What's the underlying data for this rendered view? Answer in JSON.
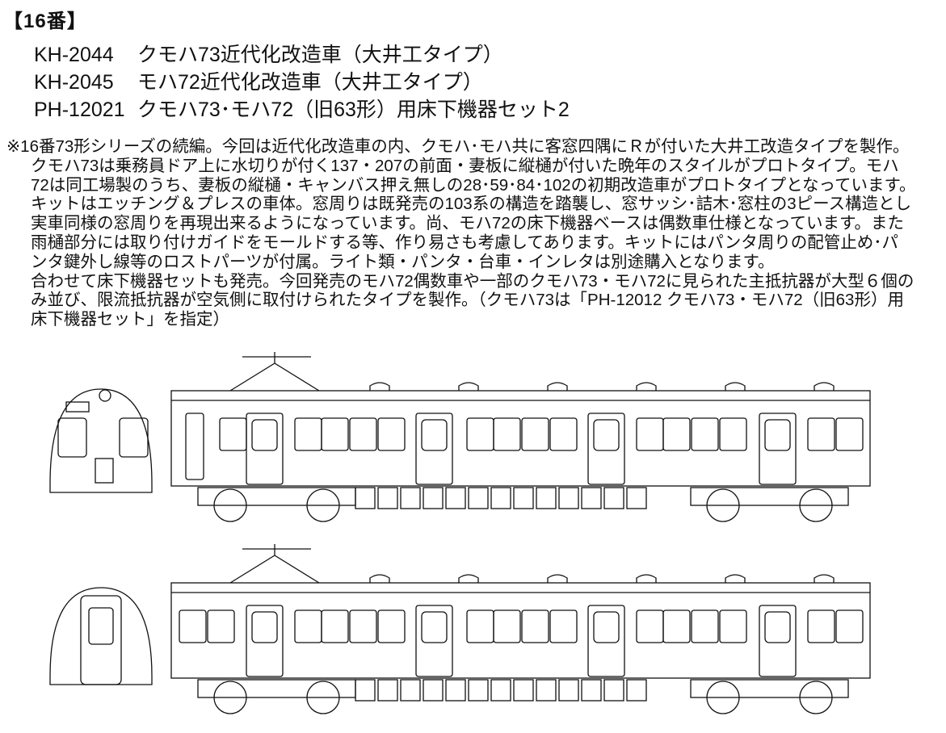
{
  "header": {
    "title": "【16番】"
  },
  "products": [
    {
      "code": "KH-2044",
      "name": "クモハ73近代化改造車（大井工タイプ）"
    },
    {
      "code": "KH-2045",
      "name": "モハ72近代化改造車（大井工タイプ）"
    },
    {
      "code": "PH-12021",
      "name": "クモハ73･モハ72（旧63形）用床下機器セット2"
    }
  ],
  "description": [
    "※16番73形シリーズの続編。今回は近代化改造車の内、クモハ･モハ共に客窓四隅にＲが付いた大井工改造タイプを製作。",
    "クモハ73は乗務員ドア上に水切りが付く137・207の前面・妻板に縦樋が付いた晩年のスタイルがプロトタイプ。モハ",
    "72は同工場製のうち、妻板の縦樋・キャンバス押え無しの28･59･84･102の初期改造車がプロトタイプとなっています。",
    "キットはエッチング＆プレスの車体。窓周りは既発売の103系の構造を踏襲し、窓サッシ･詰木･窓柱の3ピース構造とし",
    "実車同様の窓周りを再現出来るようになっています。尚、モハ72の床下機器ベースは偶数車仕様となっています。また",
    "雨樋部分には取り付けガイドをモールドする等、作り易さも考慮してあります。キットにはパンタ周りの配管止め･パ",
    "ンタ鍵外し線等のロストパーツが付属。ライト類・パンタ・台車・インレタは別途購入となります。",
    "合わせて床下機器セットも発売。今回発売のモハ72偶数車や一部のクモハ73・モハ72に見られた主抵抗器が大型６個の",
    "み並び、限流抵抗器が空気側に取付けられたタイプを製作。（クモハ73は「PH-12012 クモハ73・モハ72（旧63形）用",
    "床下機器セット」を指定）"
  ]
}
